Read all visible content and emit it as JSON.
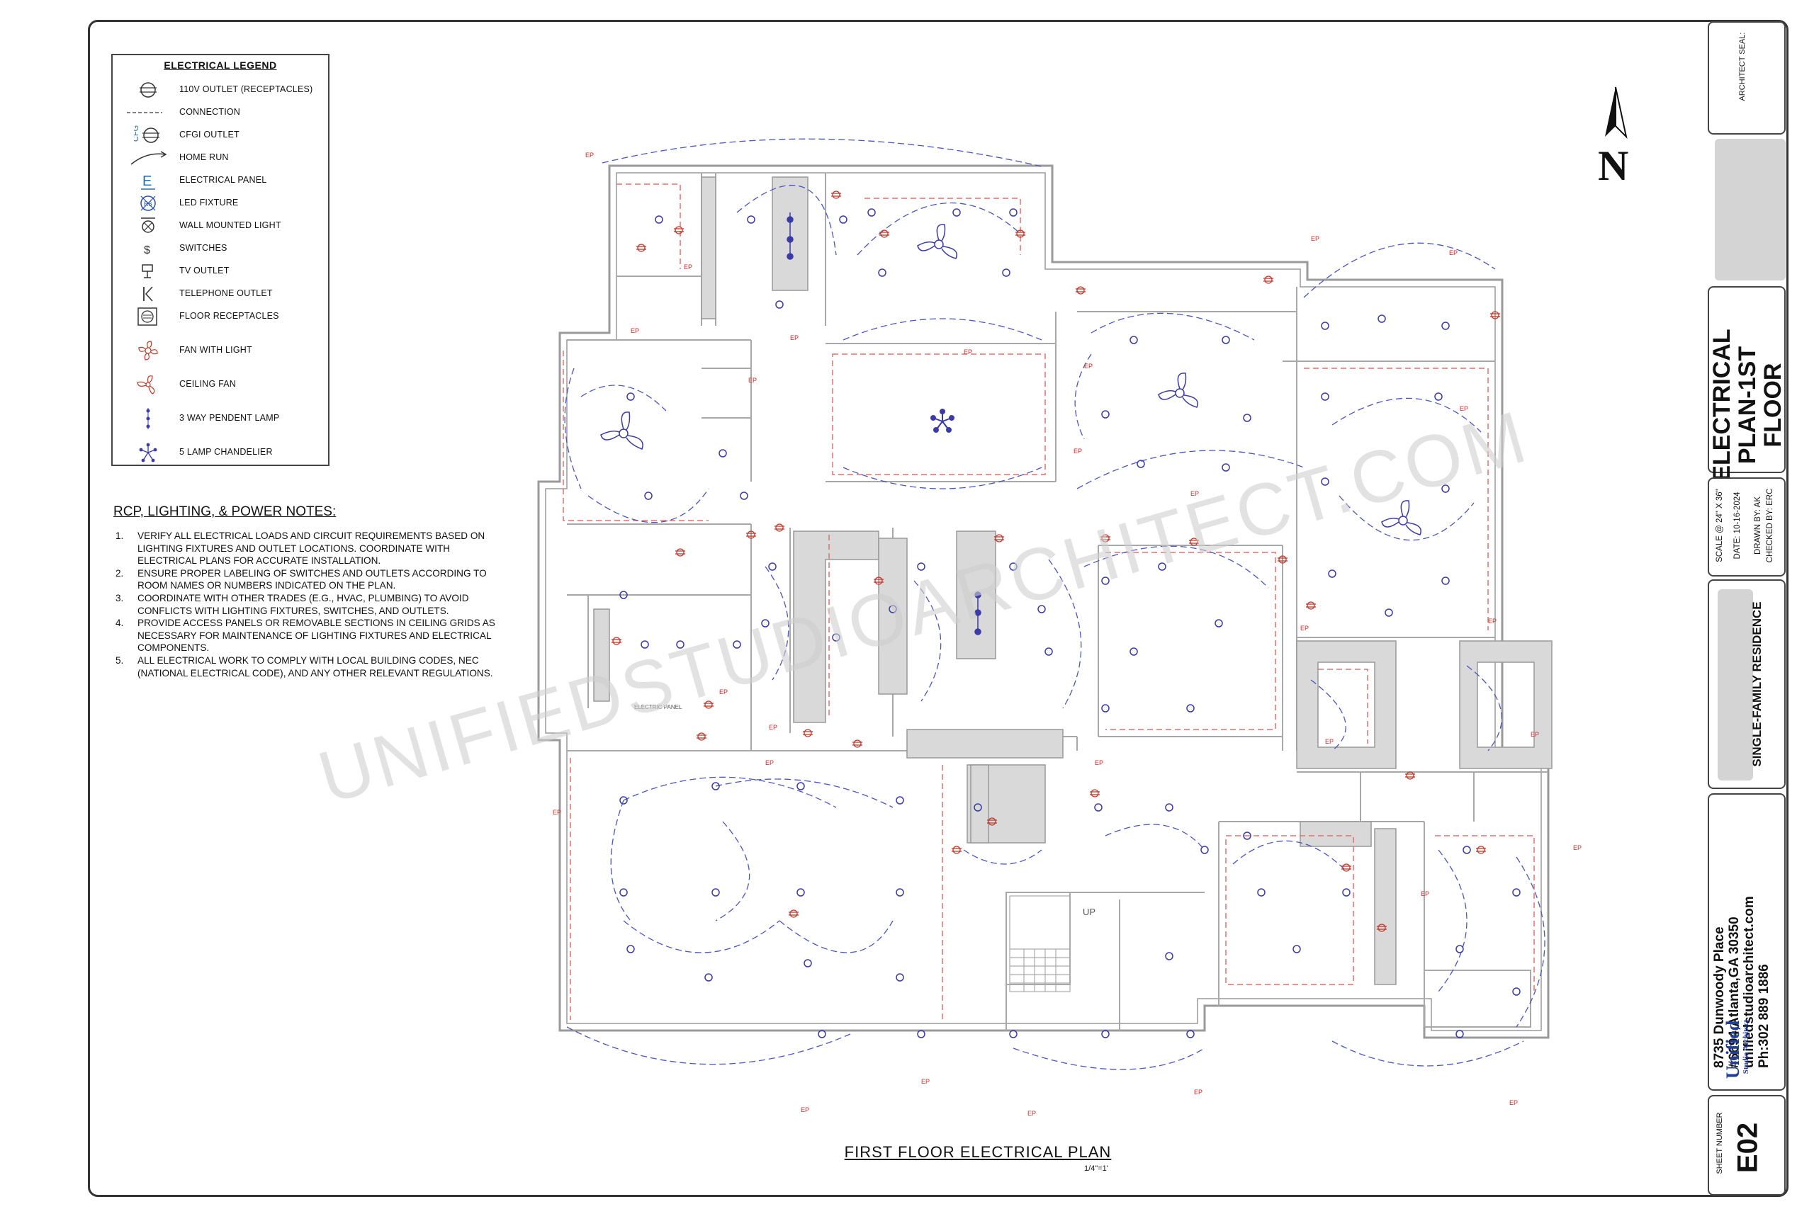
{
  "legend": {
    "title": "ELECTRICAL LEGEND",
    "items": [
      {
        "label": "110V OUTLET (RECEPTACLES)",
        "icon": "outlet-icon"
      },
      {
        "label": "CONNECTION",
        "icon": "connection-line-icon"
      },
      {
        "label": "CFGI OUTLET",
        "icon": "cfgi-outlet-icon",
        "icon_text": "CFG"
      },
      {
        "label": "HOME RUN",
        "icon": "home-run-icon"
      },
      {
        "label": "ELECTRICAL PANEL",
        "icon": "electrical-panel-icon",
        "icon_text": "E"
      },
      {
        "label": "LED FIXTURE",
        "icon": "led-fixture-icon",
        "icon_text": "R6"
      },
      {
        "label": "WALL MOUNTED LIGHT",
        "icon": "wall-light-icon"
      },
      {
        "label": "SWITCHES",
        "icon": "switch-icon",
        "icon_text": "$"
      },
      {
        "label": "TV OUTLET",
        "icon": "tv-outlet-icon"
      },
      {
        "label": "TELEPHONE OUTLET",
        "icon": "telephone-outlet-icon"
      },
      {
        "label": "FLOOR RECEPTACLES",
        "icon": "floor-receptacle-icon"
      },
      {
        "label": "FAN WITH LIGHT",
        "icon": "fan-with-light-icon"
      },
      {
        "label": "CEILING FAN",
        "icon": "ceiling-fan-icon"
      },
      {
        "label": "3 WAY PENDENT LAMP",
        "icon": "pendant-lamp-icon"
      },
      {
        "label": "5 LAMP CHANDELIER",
        "icon": "chandelier-icon"
      }
    ]
  },
  "notes": {
    "title": "RCP, LIGHTING, & POWER NOTES:",
    "items": [
      {
        "num": "1.",
        "text": "VERIFY ALL ELECTRICAL LOADS AND CIRCUIT REQUIREMENTS BASED ON LIGHTING FIXTURES AND OUTLET LOCATIONS. COORDINATE WITH ELECTRICAL PLANS FOR ACCURATE INSTALLATION."
      },
      {
        "num": "2.",
        "text": "ENSURE PROPER LABELING OF SWITCHES AND OUTLETS ACCORDING TO ROOM NAMES OR NUMBERS INDICATED ON THE PLAN."
      },
      {
        "num": "3.",
        "text": "COORDINATE WITH OTHER TRADES (E.G., HVAC, PLUMBING) TO AVOID CONFLICTS WITH LIGHTING FIXTURES, SWITCHES, AND OUTLETS."
      },
      {
        "num": "4.",
        "text": "PROVIDE ACCESS PANELS OR REMOVABLE SECTIONS IN CEILING GRIDS AS NECESSARY FOR MAINTENANCE OF LIGHTING FIXTURES AND ELECTRICAL COMPONENTS."
      },
      {
        "num": "5.",
        "text": "ALL ELECTRICAL WORK TO COMPLY WITH LOCAL BUILDING CODES, NEC (NATIONAL ELECTRICAL CODE), AND ANY OTHER RELEVANT REGULATIONS."
      }
    ]
  },
  "plan": {
    "title": "FIRST FLOOR ELECTRICAL PLAN",
    "scale": "1/4\"=1'",
    "watermark": "UNIFIEDSTUDIOARCHITECT.COM",
    "north_label": "N",
    "panel_label": "ELECTRIC PANEL",
    "stair_label": "UP",
    "outlet_tag": "EP"
  },
  "title_block": {
    "architect_seal": "ARCHITECT SEAL:",
    "drawing_title": [
      "ELECTRICAL",
      "PLAN-1ST",
      "FLOOR"
    ],
    "scale": "SCALE @ 24\" X 36\"",
    "date": "DATE: 10-16-2024",
    "drawn_by": "DRAWN BY: AK",
    "checked_by": "CHECKED BY: ERC",
    "project": "SINGLE-FAMILY RESIDENCE",
    "address": [
      "8735 Dunwoody Place",
      "#6694,Atlanta,GA 30350",
      "unifiedstudioarchitect.com",
      "Ph:302 889 1886"
    ],
    "logo_main": "Unified",
    "logo_sub": "Studio Architect",
    "sheet_number_label": "SHEET NUMBER",
    "sheet_number": "E02"
  },
  "colors": {
    "fixture": "#3a3aa8",
    "outlet": "#c0392b",
    "ep_text": "#d62828",
    "switch": "#c98a1a",
    "wall": "#9a9a9a",
    "fill": "#d9d9d9"
  }
}
